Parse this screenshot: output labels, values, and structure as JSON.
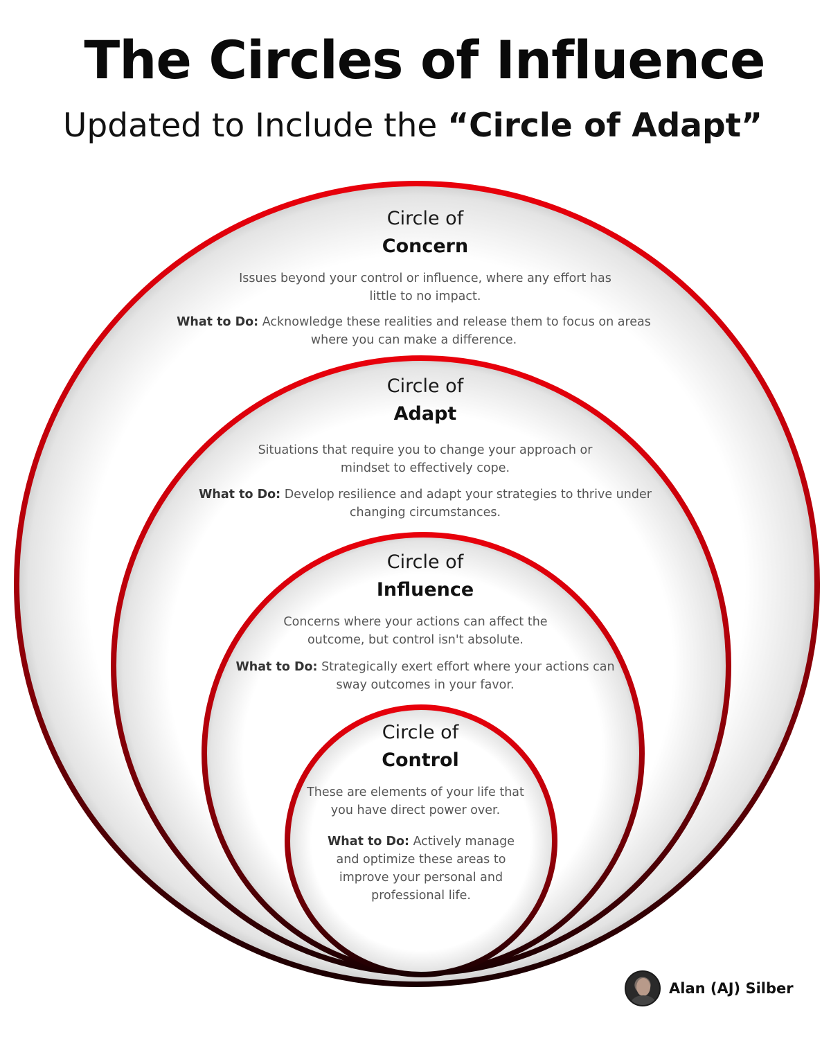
{
  "title": "The Circles of Influence",
  "subtitle": {
    "prefix": "Updated  to Include the ",
    "emphasis": "“Circle of Adapt”"
  },
  "circles": [
    {
      "pre": "Circle of",
      "name": "Concern",
      "description": "Issues beyond your control or influence, where any effort has little to no impact.",
      "action_label": "What to Do:",
      "action_text": " Acknowledge these realities and release them to focus on areas where you can make a difference."
    },
    {
      "pre": "Circle of",
      "name": "Adapt",
      "description": "Situations that require you to change your approach or mindset to effectively cope.",
      "action_label": "What to Do:",
      "action_text": " Develop resilience and adapt your strategies to thrive under changing circumstances."
    },
    {
      "pre": "Circle of",
      "name": "Influence",
      "description": "Concerns where your actions can affect the outcome, but control isn't absolute.",
      "action_label": "What to Do:",
      "action_text": " Strategically exert effort where your actions can sway outcomes in your favor."
    },
    {
      "pre": "Circle of",
      "name": "Control",
      "description": "These are elements of your life that you have direct power over.",
      "action_label": "What to Do:",
      "action_text": " Actively manage and optimize these areas to improve your personal and professional life."
    }
  ],
  "colors": {
    "ring_top": "#e8000b",
    "ring_bottom": "#1a0002"
  },
  "author": {
    "name": "Alan (AJ) Silber",
    "avatar_icon": "person-photo-icon"
  }
}
